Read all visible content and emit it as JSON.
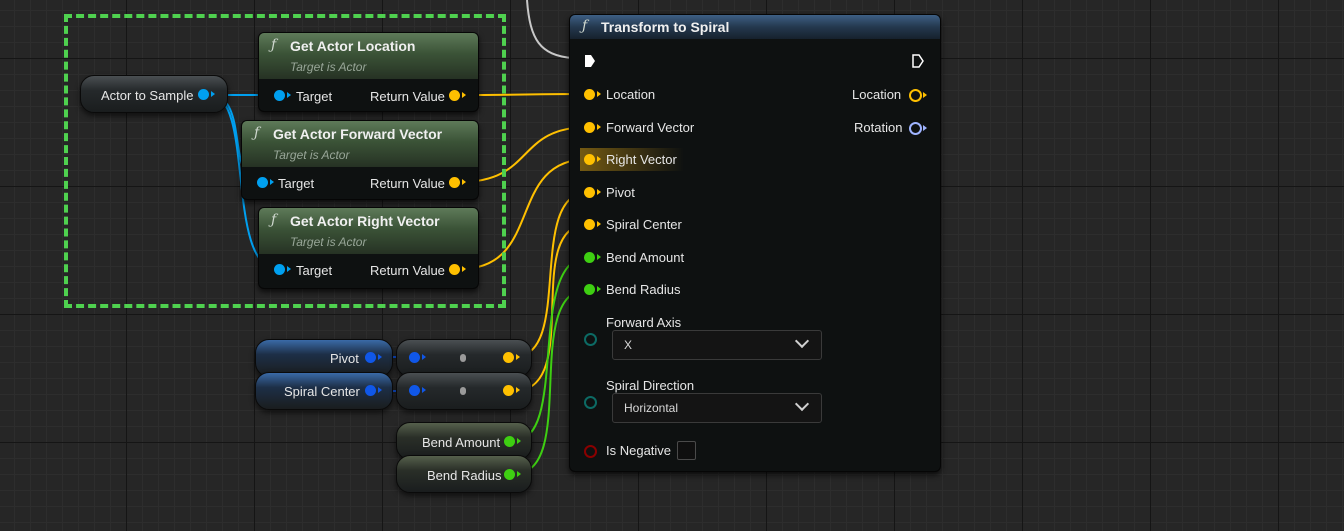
{
  "colors": {
    "object_pin": "#00a0f0",
    "vector_pin": "#ffc000",
    "float_pin": "#3ecf12",
    "rotator_pin": "#9fb4ff",
    "selection_box": "#4fd14f",
    "enum_pin": "#0c6a64",
    "bool_pin": "#8a0000"
  },
  "variables": {
    "actor_to_sample": "Actor to Sample",
    "pivot": "Pivot",
    "spiral_center": "Spiral Center",
    "bend_amount": "Bend Amount",
    "bend_radius": "Bend Radius"
  },
  "nodes": {
    "get_location": {
      "title": "Get Actor Location",
      "subtitle": "Target is Actor",
      "in_pin": "Target",
      "out_pin": "Return Value"
    },
    "get_forward": {
      "title": "Get Actor Forward Vector",
      "subtitle": "Target is Actor",
      "in_pin": "Target",
      "out_pin": "Return Value"
    },
    "get_right": {
      "title": "Get Actor Right Vector",
      "subtitle": "Target is Actor",
      "in_pin": "Target",
      "out_pin": "Return Value"
    },
    "transform": {
      "title": "Transform to Spiral",
      "inputs": [
        "Location",
        "Forward Vector",
        "Right Vector",
        "Pivot",
        "Spiral Center",
        "Bend Amount",
        "Bend Radius"
      ],
      "outputs": [
        "Location",
        "Rotation"
      ],
      "forward_axis_label": "Forward Axis",
      "forward_axis_value": "X",
      "spiral_direction_label": "Spiral Direction",
      "spiral_direction_value": "Horizontal",
      "is_negative_label": "Is Negative"
    }
  },
  "icons": {
    "function": "ƒ",
    "function_icon": "function-icon",
    "exec_pin": "exec-pin-icon",
    "dropdown": "chevron-down-icon"
  }
}
